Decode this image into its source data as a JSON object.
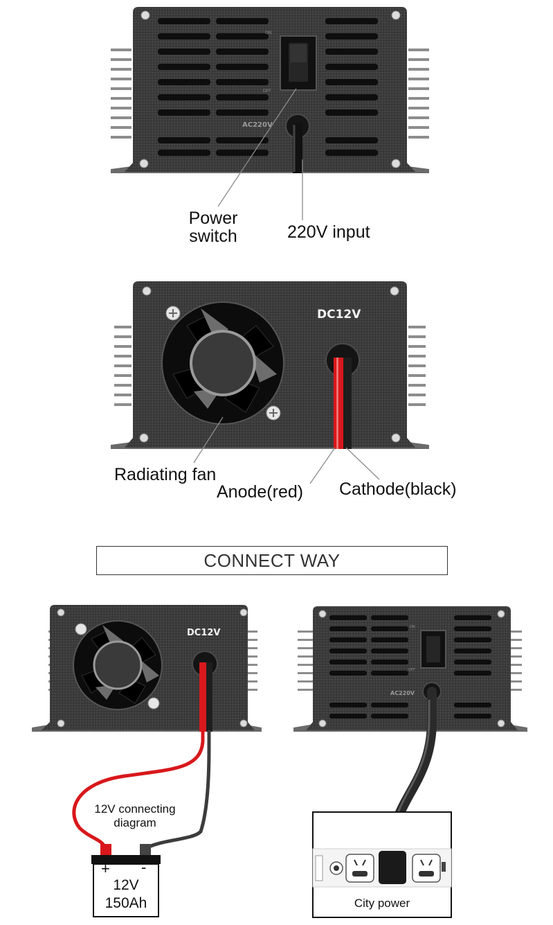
{
  "labels": {
    "power_switch": "Power\nswitch",
    "input_220v": "220V input",
    "radiating_fan": "Radiating fan",
    "anode": "Anode(red)",
    "cathode": "Cathode(black)",
    "connect_way": "CONNECT WAY",
    "connecting_diagram": "12V connecting\ndiagram",
    "city_power": "City power"
  },
  "panel_text": {
    "on": "ON",
    "off": "OFF",
    "ac220v": "AC220V",
    "dc12v": "DC12V"
  },
  "battery": {
    "plus": "+",
    "minus": "-",
    "voltage": "12V",
    "capacity": "150Ah"
  },
  "colors": {
    "panel": "#3a3a3a",
    "slot": "#0e0e0e",
    "red_wire": "#d8181c",
    "black_wire": "#2a2a2a",
    "leader_line": "#8c8c8c"
  }
}
